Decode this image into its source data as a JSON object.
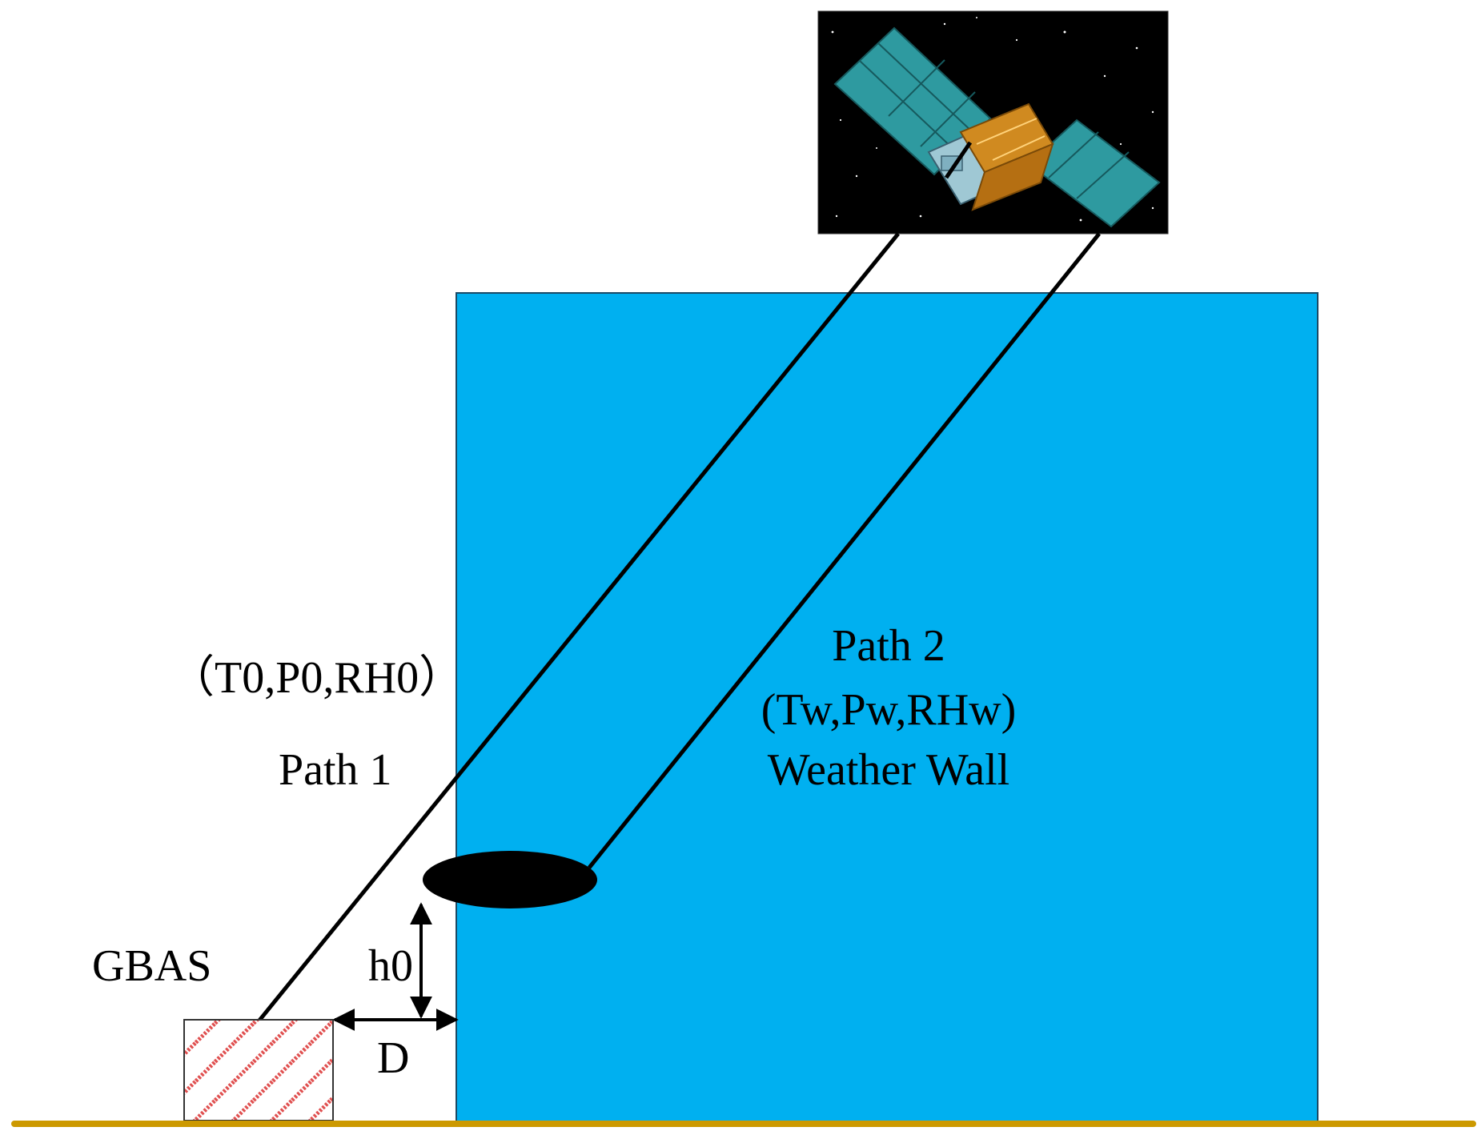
{
  "labels": {
    "gbas": "GBAS",
    "path1": "Path 1",
    "path1_params": "（T0,P0,RH0）",
    "path2": "Path 2",
    "path2_params": "(Tw,Pw,RHw)",
    "weather_wall": "Weather Wall",
    "h0": "h0",
    "d": "D"
  },
  "colors": {
    "weather_wall": "#00b0f0",
    "ground": "#cc9900",
    "gbas_hatch": "#e05050",
    "satellite_panel": "#2e9aa0",
    "satellite_body": "#d08a20",
    "space": "#000000"
  },
  "icons": {
    "satellite": "satellite-image",
    "gbas_station": "hatched-box",
    "weather_cell": "black-ellipse"
  }
}
